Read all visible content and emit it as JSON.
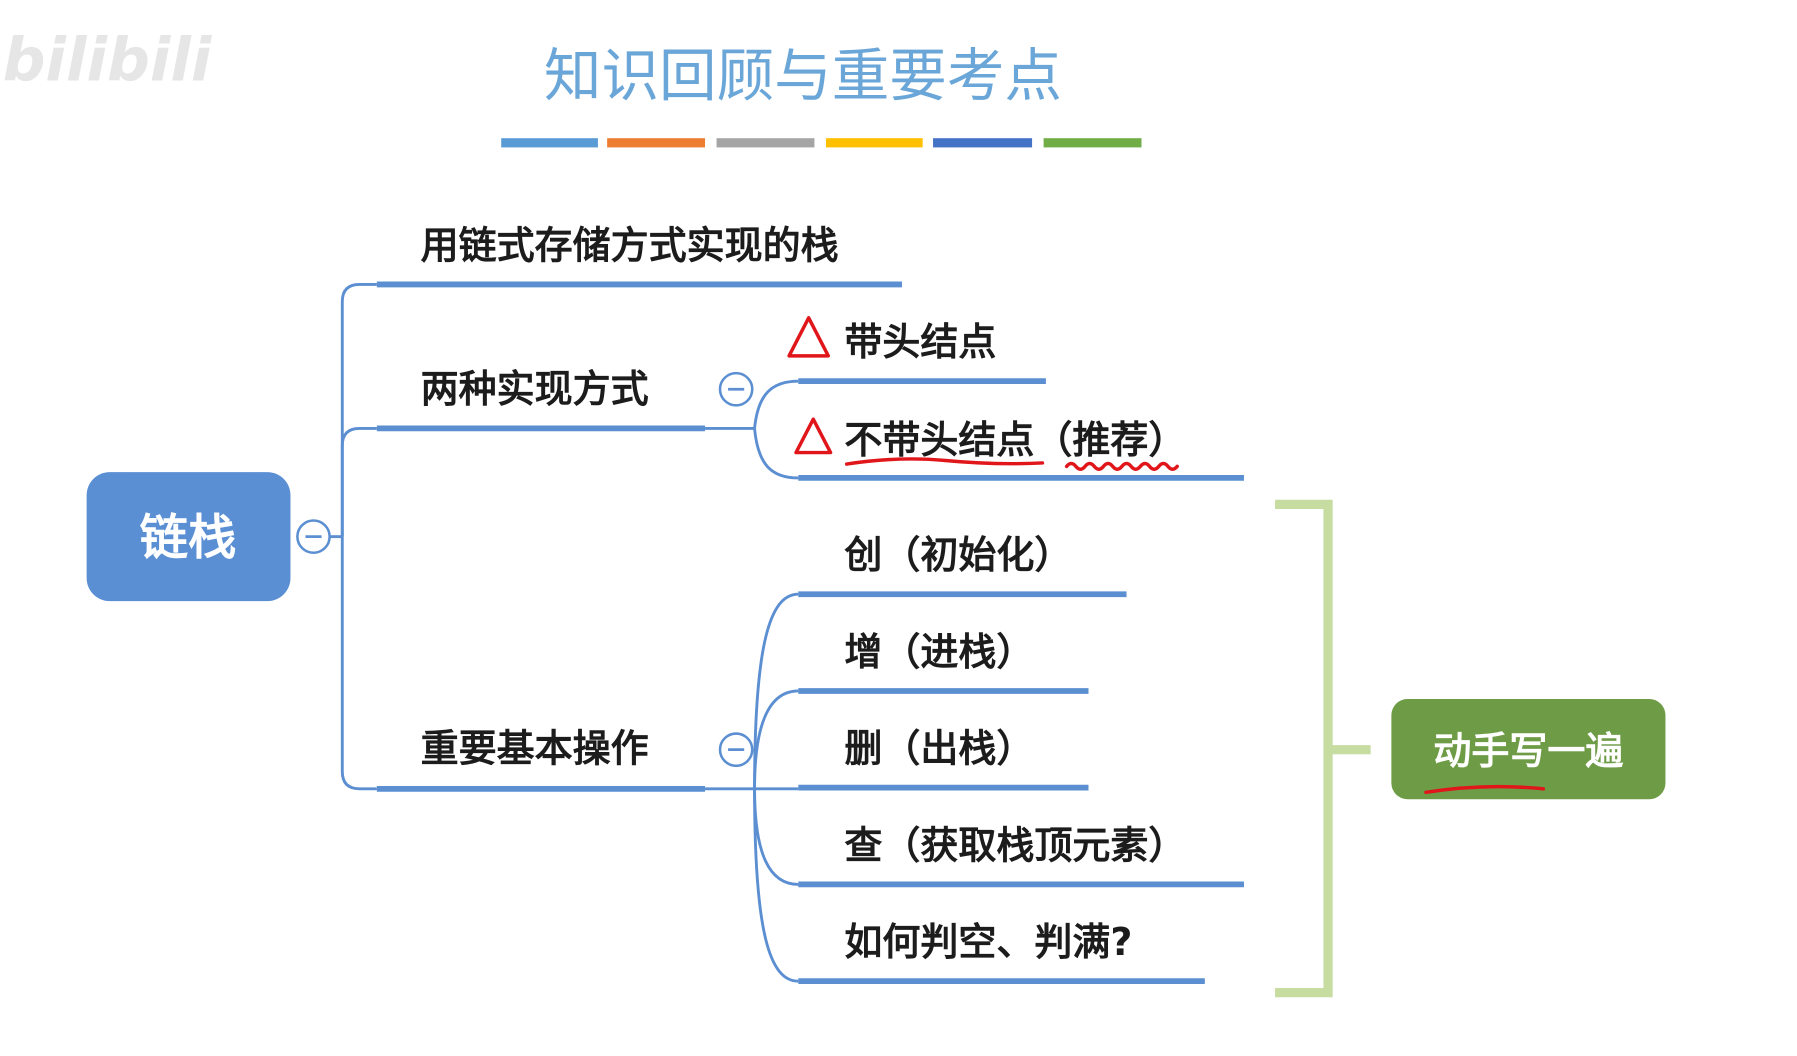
{
  "watermark": "bilibili",
  "title": "知识回顾与重要考点",
  "colors": {
    "title": "#6aa6d8",
    "line": "#5b8fd2",
    "bar_1": "#5b9bd5",
    "bar_2": "#ed7d31",
    "bar_3": "#a5a5a5",
    "bar_4": "#ffc000",
    "bar_5": "#4472c4",
    "bar_6": "#70ad47",
    "bracket": "#c6dca0",
    "annotation": "#e0161b",
    "watermark": "#e2e2e2"
  },
  "root": {
    "label": "链栈",
    "color": "#5b8fd4"
  },
  "branches": [
    {
      "label": "用链式存储方式实现的栈"
    },
    {
      "label": "两种实现方式",
      "children": [
        {
          "label": "带头结点",
          "mark": "triangle"
        },
        {
          "label": "不带头结点（推荐）",
          "mark": "triangle"
        }
      ]
    },
    {
      "label": "重要基本操作",
      "children": [
        {
          "label": "创（初始化）"
        },
        {
          "label": "增（进栈）"
        },
        {
          "label": "删（出栈）"
        },
        {
          "label": "查（获取栈顶元素）"
        },
        {
          "label": "如何判空、判满?"
        }
      ]
    }
  ],
  "callout": {
    "label": "动手写一遍",
    "color": "#6e9b45"
  }
}
